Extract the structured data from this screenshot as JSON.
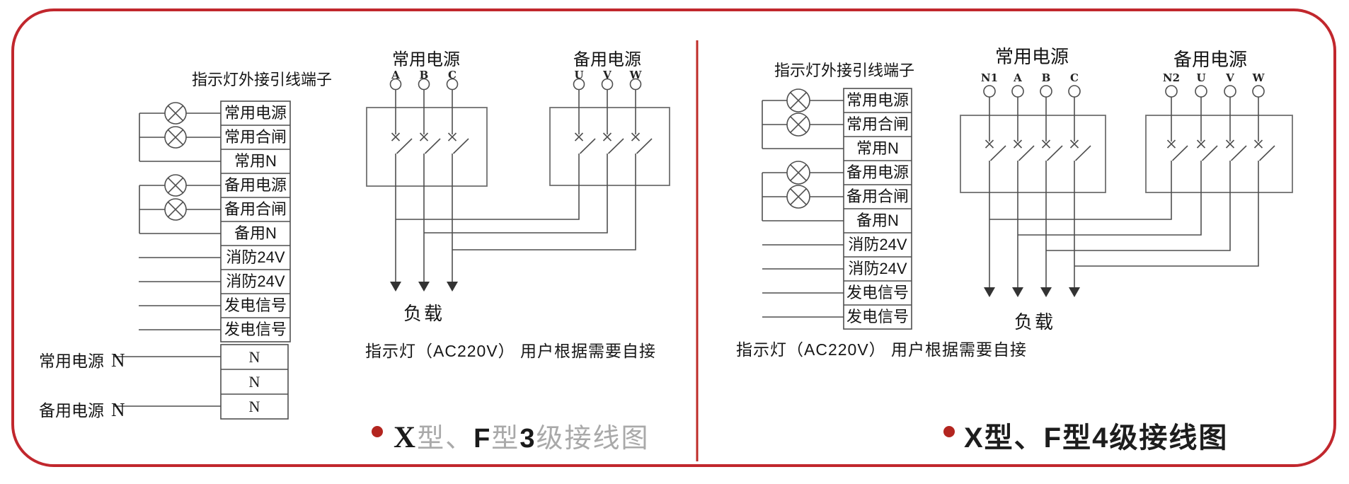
{
  "colors": {
    "frame_red": "#c1272d",
    "divider_red": "#bf2c28",
    "bullet_red": "#b3251f",
    "wire_gray": "#4f4f4f"
  },
  "left": {
    "terminal_title": "指示灯外接引线端子",
    "terminal_rows": [
      "常用电源",
      "常用合闸",
      "常用N",
      "备用电源",
      "备用合闸",
      "备用N",
      "消防24V",
      "消防24V",
      "发电信号",
      "发电信号"
    ],
    "n_block_rows": [
      "N",
      "N",
      "N"
    ],
    "n_label_normal_cjk": "常用电源",
    "n_label_normal_n": "N",
    "n_label_backup_cjk": "备用电源",
    "n_label_backup_n": "N",
    "normal_source_title": "常用电源",
    "backup_source_title": "备用电源",
    "normal_phases": [
      "A",
      "B",
      "C"
    ],
    "backup_phases": [
      "U",
      "V",
      "W"
    ],
    "load_label": "负载",
    "note": "指示灯（AC220V） 用户根据需要自接",
    "caption_segments": [
      {
        "text": "X"
      },
      {
        "text": "型、"
      },
      {
        "text": "F"
      },
      {
        "text": "型"
      },
      {
        "text": "3"
      },
      {
        "text": "级接线图"
      }
    ]
  },
  "right": {
    "terminal_title": "指示灯外接引线端子",
    "terminal_rows": [
      "常用电源",
      "常用合闸",
      "常用N",
      "备用电源",
      "备用合闸",
      "备用N",
      "消防24V",
      "消防24V",
      "发电信号",
      "发电信号"
    ],
    "normal_source_title": "常用电源",
    "backup_source_title": "备用电源",
    "normal_phases": [
      "N1",
      "A",
      "B",
      "C"
    ],
    "backup_phases": [
      "N2",
      "U",
      "V",
      "W"
    ],
    "load_label": "负载",
    "note": "指示灯（AC220V） 用户根据需要自接",
    "caption": "X型、F型4级接线图"
  }
}
